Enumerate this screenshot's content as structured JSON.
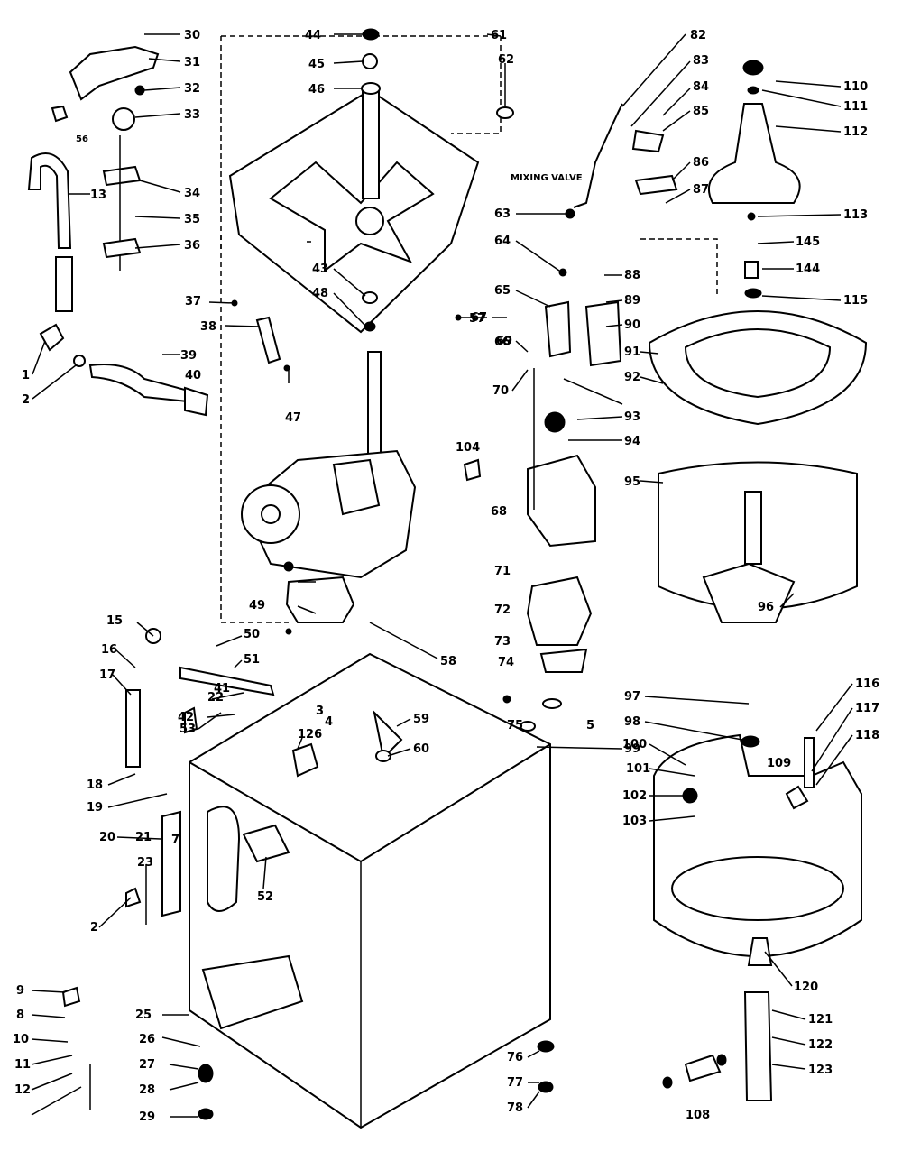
{
  "diagram": {
    "labels": [
      "30",
      "31",
      "32",
      "33",
      "34",
      "35",
      "36",
      "37",
      "38",
      "39",
      "40",
      "13",
      "1",
      "2",
      "56",
      "44",
      "45",
      "46",
      "61",
      "62",
      "43",
      "48",
      "57",
      "82",
      "83",
      "84",
      "85",
      "86",
      "87",
      "63",
      "64",
      "65",
      "66",
      "67",
      "68",
      "69",
      "70",
      "88",
      "89",
      "90",
      "91",
      "92",
      "93",
      "94",
      "95",
      "96",
      "97",
      "98",
      "99",
      "5",
      "110",
      "111",
      "112",
      "113",
      "145",
      "144",
      "115",
      "116",
      "117",
      "118",
      "101",
      "100",
      "102",
      "103",
      "109",
      "120",
      "121",
      "122",
      "123",
      "108",
      "47",
      "49",
      "50",
      "51",
      "58",
      "104",
      "71",
      "72",
      "73",
      "74",
      "75",
      "76",
      "77",
      "78",
      "15",
      "16",
      "17",
      "18",
      "19",
      "20",
      "23",
      "2",
      "9",
      "8",
      "10",
      "11",
      "12",
      "25",
      "26",
      "27",
      "28",
      "29",
      "41",
      "42",
      "53",
      "22",
      "126",
      "59",
      "60",
      "3",
      "4",
      "52",
      "21",
      "7"
    ],
    "text_note": "MIXING VALVE"
  }
}
